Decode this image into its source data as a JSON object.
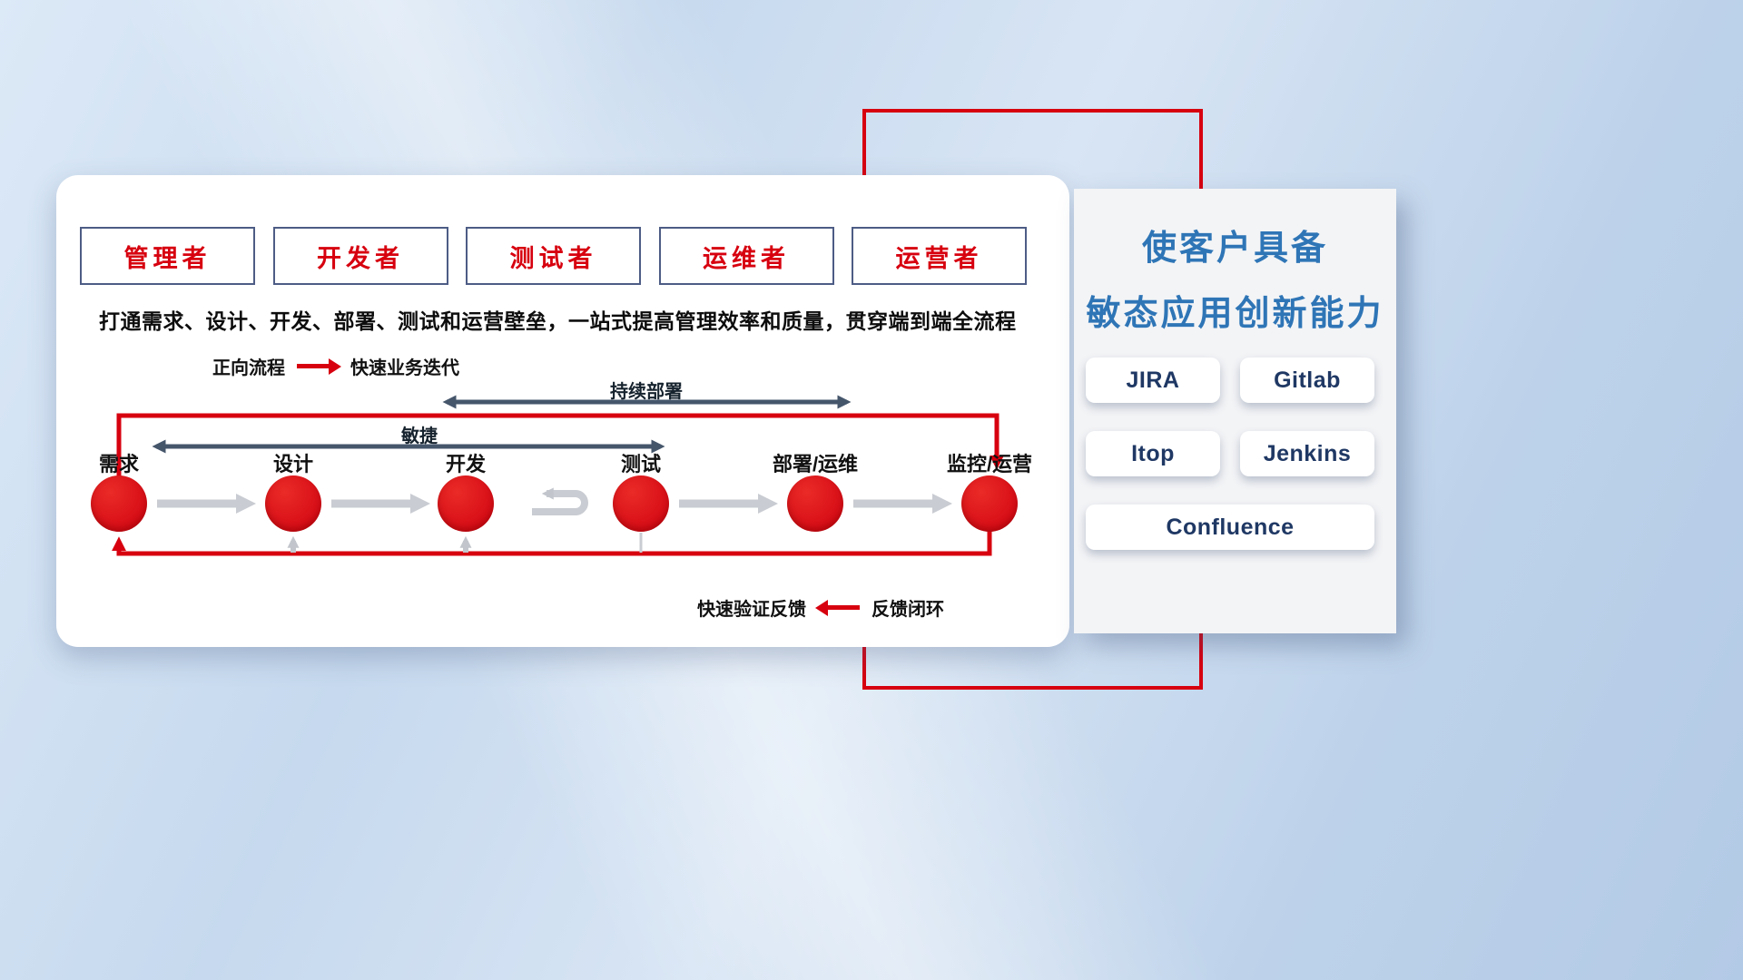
{
  "colors": {
    "accent_red": "#d7000f",
    "title_blue": "#2e75b6",
    "tool_text_navy": "#1f3864",
    "range_arrow_gray": "#45566b",
    "stage_arrow_gray": "#c9ccd2"
  },
  "roles": [
    "管理者",
    "开发者",
    "测试者",
    "运维者",
    "运营者"
  ],
  "flow_panel": {
    "description": "打通需求、设计、开发、部署、测试和运营壁垒，一站式提高管理效率和质量，贯穿端到端全流程",
    "forward_legend": {
      "label": "正向流程",
      "desc": "快速业务迭代"
    },
    "feedback_legend": {
      "desc": "快速验证反馈",
      "label": "反馈闭环"
    },
    "ranges": {
      "agile": "敏捷",
      "continuous_deploy": "持续部署"
    },
    "stages": [
      "需求",
      "设计",
      "开发",
      "测试",
      "部署/运维",
      "监控/运营"
    ]
  },
  "capability_panel": {
    "title_line1": "使客户具备",
    "title_line2": "敏态应用创新能力",
    "tools": [
      "JIRA",
      "Gitlab",
      "Itop",
      "Jenkins",
      "Confluence"
    ]
  }
}
